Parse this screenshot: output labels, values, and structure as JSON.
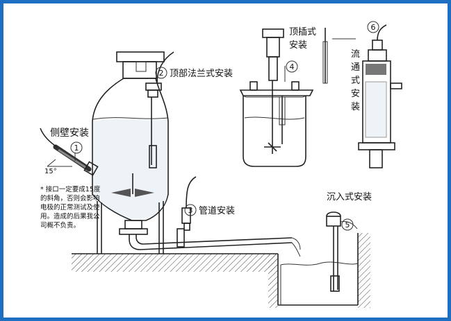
{
  "labels": {
    "side_wall": "侧壁安装",
    "top_flange": "顶部法兰式安装",
    "pipeline": "管道安装",
    "submerged": "沉入式安装",
    "top_insert_line1": "顶插式",
    "top_insert_line2": "安装",
    "flow_through_chars": [
      "流",
      "通",
      "式",
      "安",
      "装"
    ]
  },
  "numbers": {
    "n1": "1",
    "n2": "2",
    "n3": "3",
    "n4": "4",
    "n5": "5",
    "n6": "6"
  },
  "angle_label": "15°",
  "note_lines": [
    "* 接口一定要成15度",
    "的斜角，否则会影响",
    "电极的正常测试及使",
    "用。造成的后果我公",
    "司概不负责。"
  ],
  "colors": {
    "border": "#1e6fc2",
    "ink": "#222222",
    "note_star": "#d0021b"
  }
}
